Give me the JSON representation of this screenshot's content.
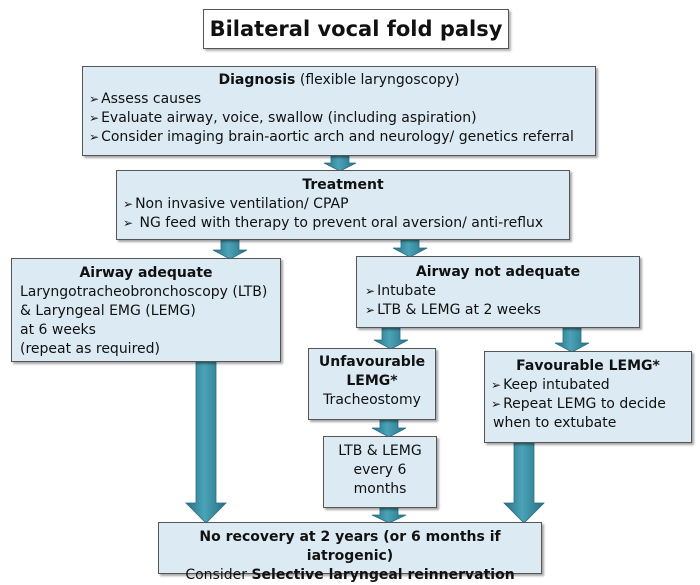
{
  "title": "Bilateral vocal fold palsy",
  "colors": {
    "box_fill": "#dbeaf3",
    "box_border": "#555555",
    "arrow_fill": "#3d8fa3",
    "arrow_dark": "#2a6f82"
  },
  "nodes": {
    "diagnosis": {
      "heading_bold": "Diagnosis",
      "heading_rest": " (flexible laryngoscopy)",
      "bullets": [
        "Assess causes",
        "Evaluate airway, voice, swallow (including aspiration)",
        "Consider imaging brain-aortic arch and neurology/ genetics referral"
      ]
    },
    "treatment": {
      "heading": "Treatment",
      "bullets": [
        "Non invasive ventilation/ CPAP",
        " NG feed with therapy to prevent oral aversion/ anti-reflux"
      ]
    },
    "airway_adequate": {
      "heading": "Airway adequate",
      "lines": [
        "Laryngotracheobronchoscopy (LTB)",
        "& Laryngeal EMG (LEMG)",
        "at 6 weeks",
        "(repeat as required)"
      ]
    },
    "airway_not_adequate": {
      "heading": "Airway not adequate",
      "bullets": [
        "Intubate",
        "LTB & LEMG at 2 weeks"
      ]
    },
    "unfavourable": {
      "heading_line1": "Unfavourable",
      "heading_line2": "LEMG*",
      "text": "Tracheostomy"
    },
    "favourable": {
      "heading": "Favourable LEMG*",
      "bullets": [
        "Keep intubated",
        "Repeat LEMG to decide"
      ],
      "continuation": "when to extubate"
    },
    "ltb_every": {
      "lines": [
        "LTB & LEMG",
        "every 6",
        "months"
      ]
    },
    "no_recovery": {
      "line1": "No recovery at 2 years (or 6 months if iatrogenic)",
      "line2_prefix": "Consider ",
      "line2_bold": "Selective laryngeal reinnervation"
    }
  },
  "edges": [
    {
      "from": "diagnosis",
      "to": "treatment"
    },
    {
      "from": "treatment",
      "to": "airway_adequate"
    },
    {
      "from": "treatment",
      "to": "airway_not_adequate"
    },
    {
      "from": "airway_not_adequate",
      "to": "unfavourable"
    },
    {
      "from": "airway_not_adequate",
      "to": "favourable"
    },
    {
      "from": "unfavourable",
      "to": "ltb_every"
    },
    {
      "from": "ltb_every",
      "to": "no_recovery"
    },
    {
      "from": "airway_adequate",
      "to": "no_recovery"
    },
    {
      "from": "favourable",
      "to": "no_recovery"
    }
  ]
}
